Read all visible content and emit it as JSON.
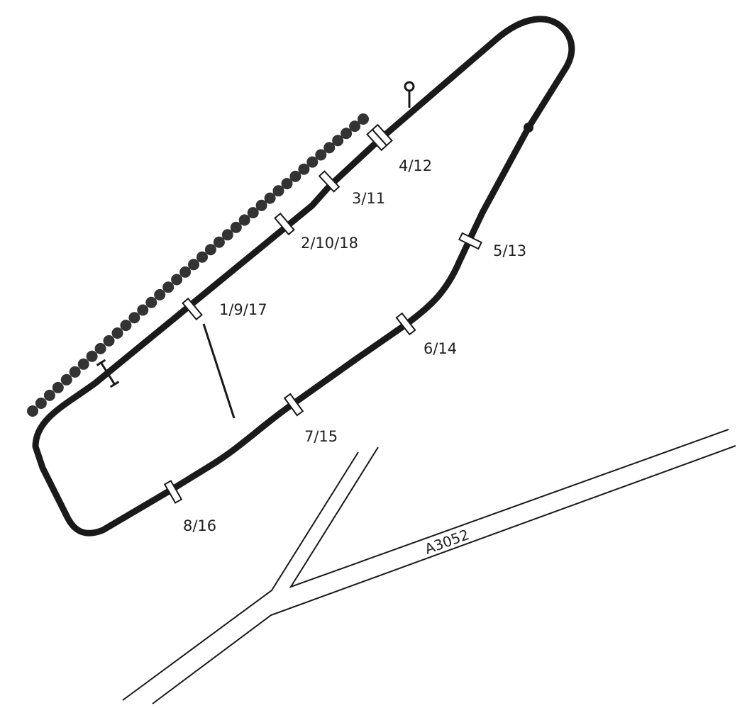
{
  "colors": {
    "track": "#1a1a1a",
    "marker_fill": "#ffffff",
    "road": "#1a1a1a",
    "beads": "#333333"
  },
  "markers": [
    {
      "label": "1/9/17"
    },
    {
      "label": "2/10/18"
    },
    {
      "label": "3/11"
    },
    {
      "label": "4/12"
    },
    {
      "label": "5/13"
    },
    {
      "label": "6/14"
    },
    {
      "label": "7/15"
    },
    {
      "label": "8/16"
    }
  ],
  "road": {
    "label": "A3052"
  }
}
